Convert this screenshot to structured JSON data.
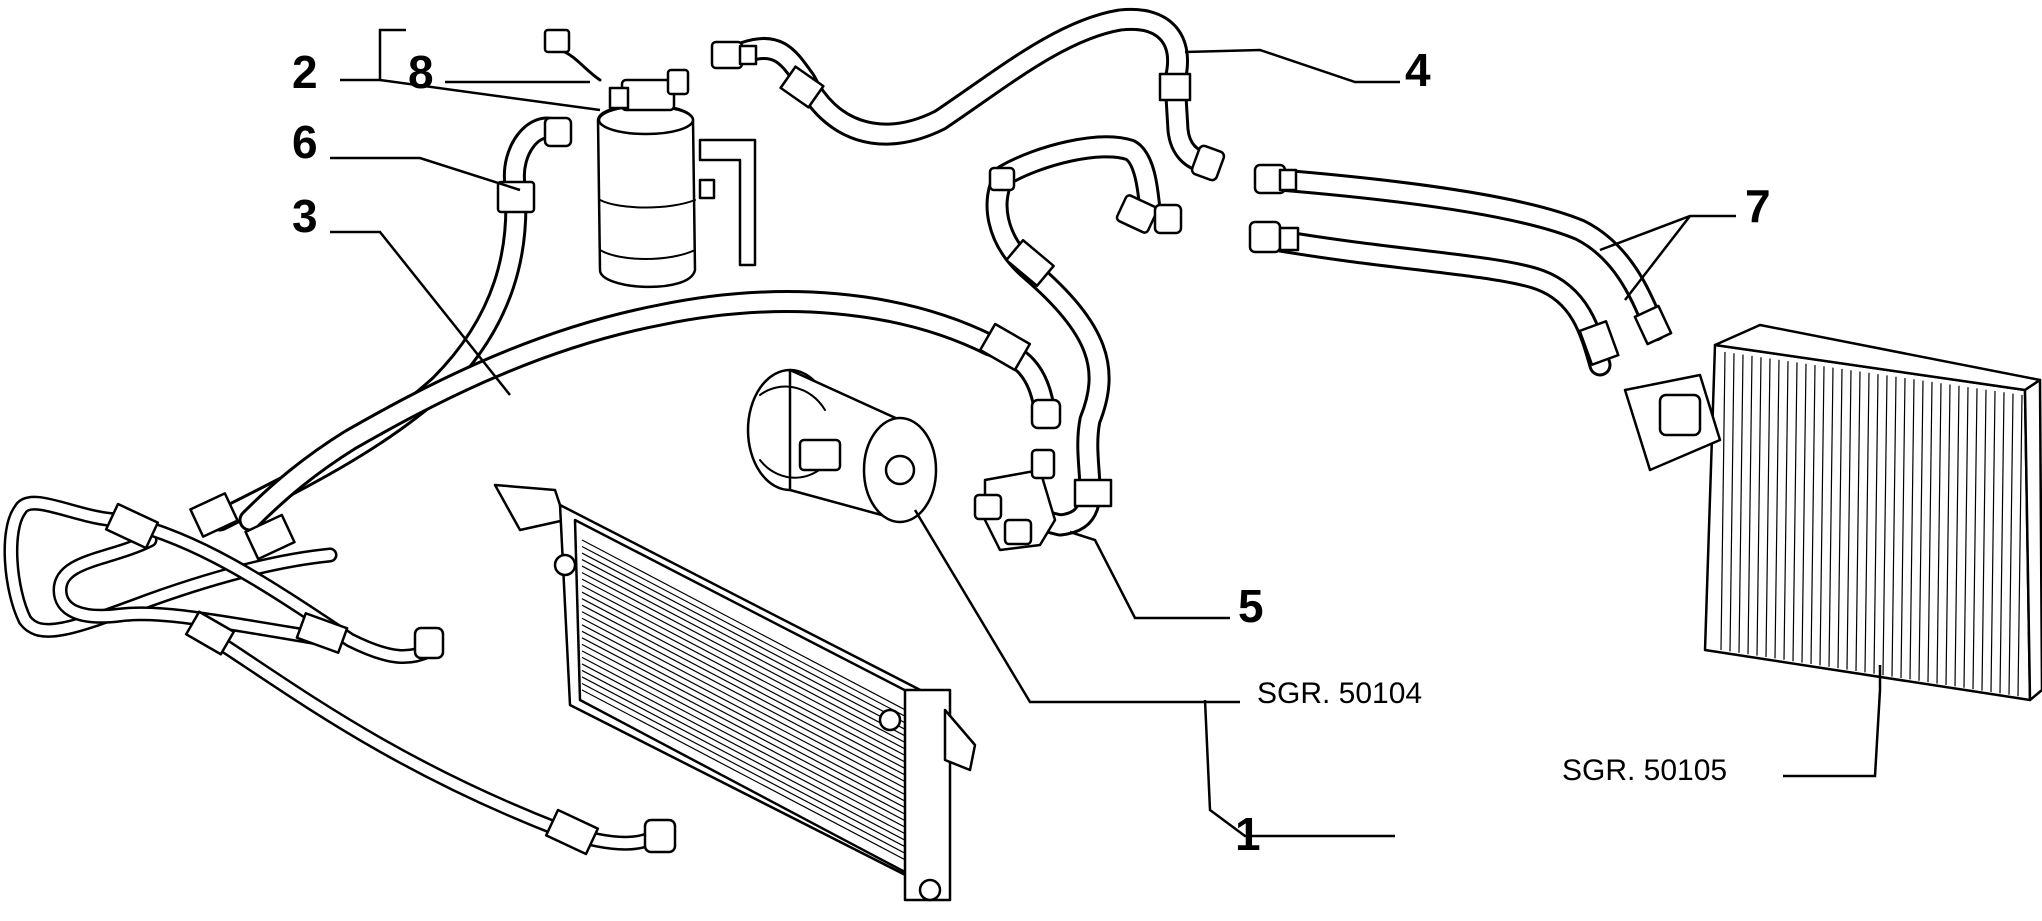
{
  "callouts": [
    {
      "id": "c1",
      "text": "1"
    },
    {
      "id": "c2",
      "text": "2"
    },
    {
      "id": "c3",
      "text": "3"
    },
    {
      "id": "c4",
      "text": "4"
    },
    {
      "id": "c5",
      "text": "5"
    },
    {
      "id": "c6",
      "text": "6"
    },
    {
      "id": "c7",
      "text": "7"
    },
    {
      "id": "c8",
      "text": "8"
    }
  ],
  "references": [
    {
      "id": "r1",
      "text": "SGR. 50104"
    },
    {
      "id": "r2",
      "text": "SGR. 50105"
    }
  ]
}
